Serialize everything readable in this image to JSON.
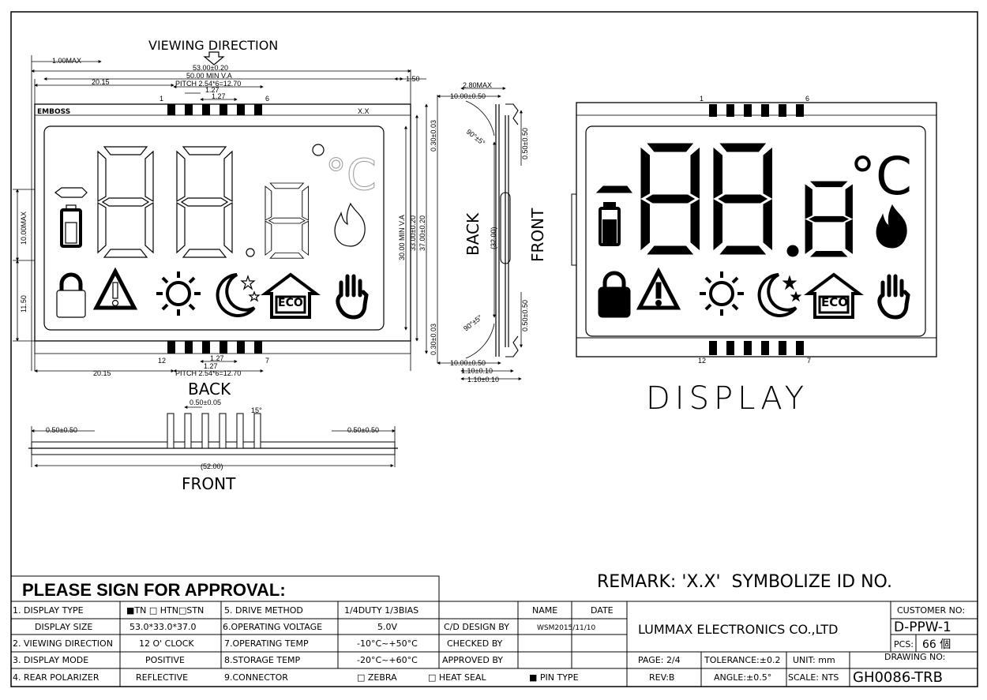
{
  "top": {
    "viewing_direction": "VIEWING DIRECTION",
    "back_label": "BACK",
    "front_label": "FRONT",
    "display_label": "DISPLAY",
    "side_back": "BACK",
    "side_front": "FRONT",
    "emboss": "EMBOSS",
    "xx": "X.X",
    "pin1": "1",
    "pin6": "6",
    "pin12": "12",
    "pin7": "7"
  },
  "dims": {
    "d_100max": "1.00MAX",
    "d_53": "53.00±0.20",
    "d_50va": "50.00 MIN V.A",
    "d_2015": "20.15",
    "d_pitch": "PITCH 2.54*6=12.70",
    "d_127": "1.27",
    "d_150": "1.50",
    "d_10max": "10.00MAX",
    "d_1150": "11.50",
    "d_30va": "30.00 MIN V.A",
    "d_33": "33.00±0.20",
    "d_37": "37.00±0.20",
    "d_280": "2.80MAX",
    "d_10": "10.00±0.50",
    "d_030": "0.30±0.03",
    "d_050": "0.50±0.50",
    "d_32": "(32.00)",
    "d_110": "1.10±0.10",
    "d_90": "90°±5°",
    "d_pin050": "0.50±0.05",
    "d_15": "15°",
    "d_52": "(52.00)"
  },
  "lcd": {
    "digits": "88.8",
    "unit": "°C",
    "eco": "ECO"
  },
  "remark": "REMARK: 'X.X'  SYMBOLIZE ID NO.",
  "table": {
    "title": "PLEASE SIGN FOR APPROVAL:",
    "r1": {
      "c1": "1. DISPLAY TYPE",
      "c2": "■TN □ HTN□STN",
      "c3": "5. DRIVE  METHOD",
      "c4": "1/4DUTY 1/3BIAS",
      "c6": "NAME",
      "c7": "DATE"
    },
    "r2": {
      "c1": "DISPLAY SIZE",
      "c2": "53.0*33.0*37.0",
      "c3": "6.OPERATING VOLTAGE",
      "c4": "5.0V",
      "c5": "C/D DESIGN BY",
      "c6": "WSM2015/11/10"
    },
    "r3": {
      "c1": "2. VIEWING DIRECTION",
      "c2": "12 O' CLOCK",
      "c3": "7.OPERATING  TEMP",
      "c4": "-10°C~+50°C",
      "c5": "CHECKED BY"
    },
    "r4": {
      "c1": "3. DISPLAY  MODE",
      "c2": "POSITIVE",
      "c3": "8.STORAGE  TEMP",
      "c4": "-20°C~+60°C",
      "c5": "APPROVED BY"
    },
    "r5": {
      "c1": "4. REAR POLARIZER",
      "c2": "REFLECTIVE",
      "c3": "9.CONNECTOR",
      "zebra": "□ ZEBRA",
      "heat": "□ HEAT SEAL",
      "pin": "■ PIN TYPE"
    },
    "company": "LUMMAX ELECTRONICS CO.,LTD",
    "customer_no_label": "CUSTOMER NO:",
    "customer_no": "D-PPW-1",
    "pcs_label": "PCS:",
    "pcs": "66 個",
    "page": "PAGE: 2/4",
    "tolerance": "TOLERANCE:±0.2",
    "unit": "UNIT: mm",
    "drawing_no_label": "DRAWING NO:",
    "rev": "REV:B",
    "angle": "ANGLE:±0.5°",
    "scale": "SCALE: NTS",
    "drawing_no": "GH0086-TRB"
  }
}
